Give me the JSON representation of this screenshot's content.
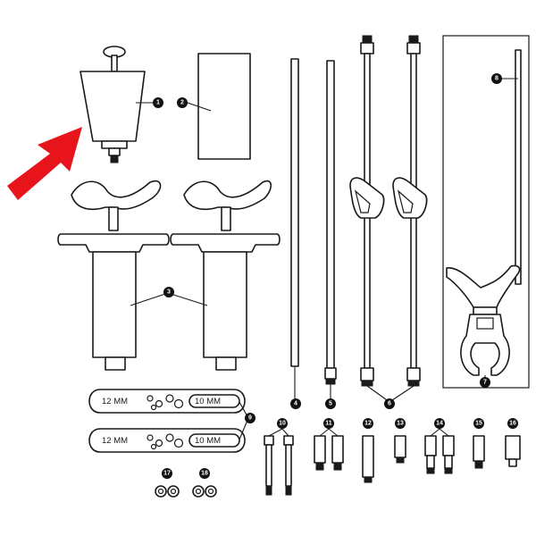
{
  "callouts": {
    "c1": "1",
    "c2": "2",
    "c3": "3",
    "c4": "4",
    "c5": "5",
    "c6": "6",
    "c7": "7",
    "c8": "8",
    "c9": "9",
    "c10": "10",
    "c11": "11",
    "c12": "12",
    "c13": "13",
    "c14": "14",
    "c15": "15",
    "c16": "16",
    "c17": "17",
    "c18": "18"
  },
  "gauges": {
    "top_left": "12 MM",
    "top_right": "10 MM",
    "bottom_left": "12 MM",
    "bottom_right": "10 MM"
  },
  "colors": {
    "arrow": "#e8141c",
    "line": "#1a1a1a",
    "badge": "#111111"
  }
}
